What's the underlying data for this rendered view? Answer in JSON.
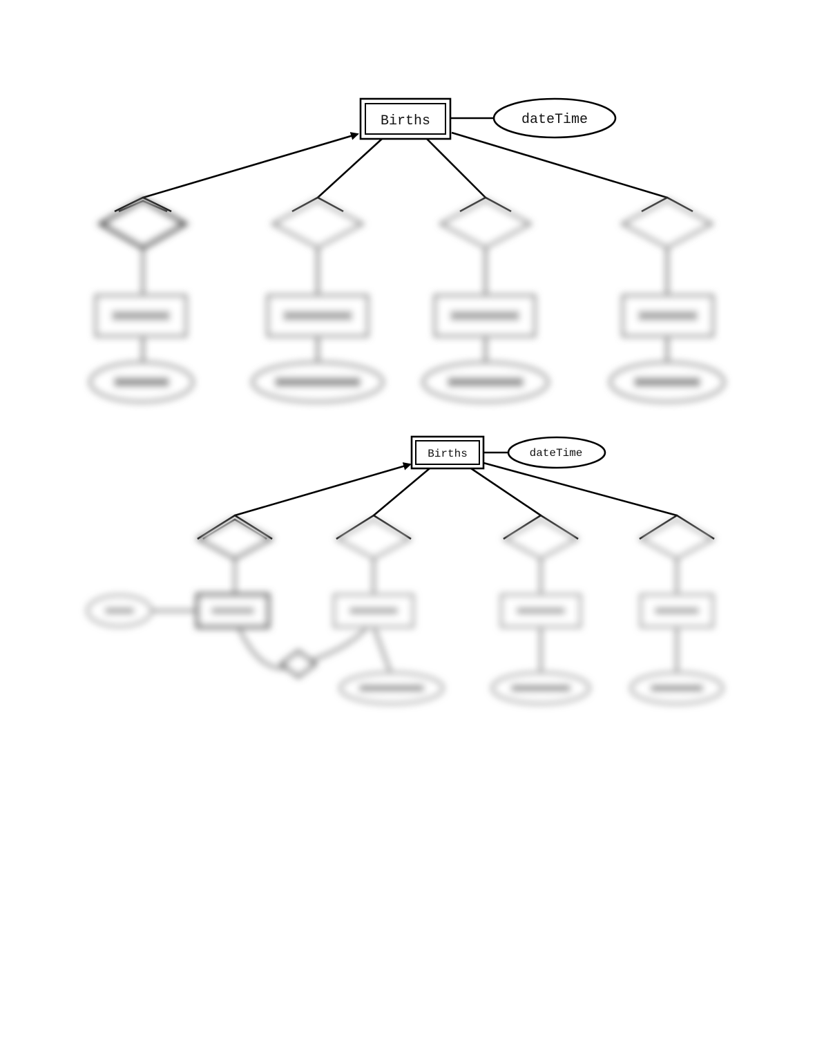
{
  "diagrams": [
    {
      "entity": "Births",
      "attribute": "dateTime"
    },
    {
      "entity": "Births",
      "attribute": "dateTime"
    }
  ]
}
